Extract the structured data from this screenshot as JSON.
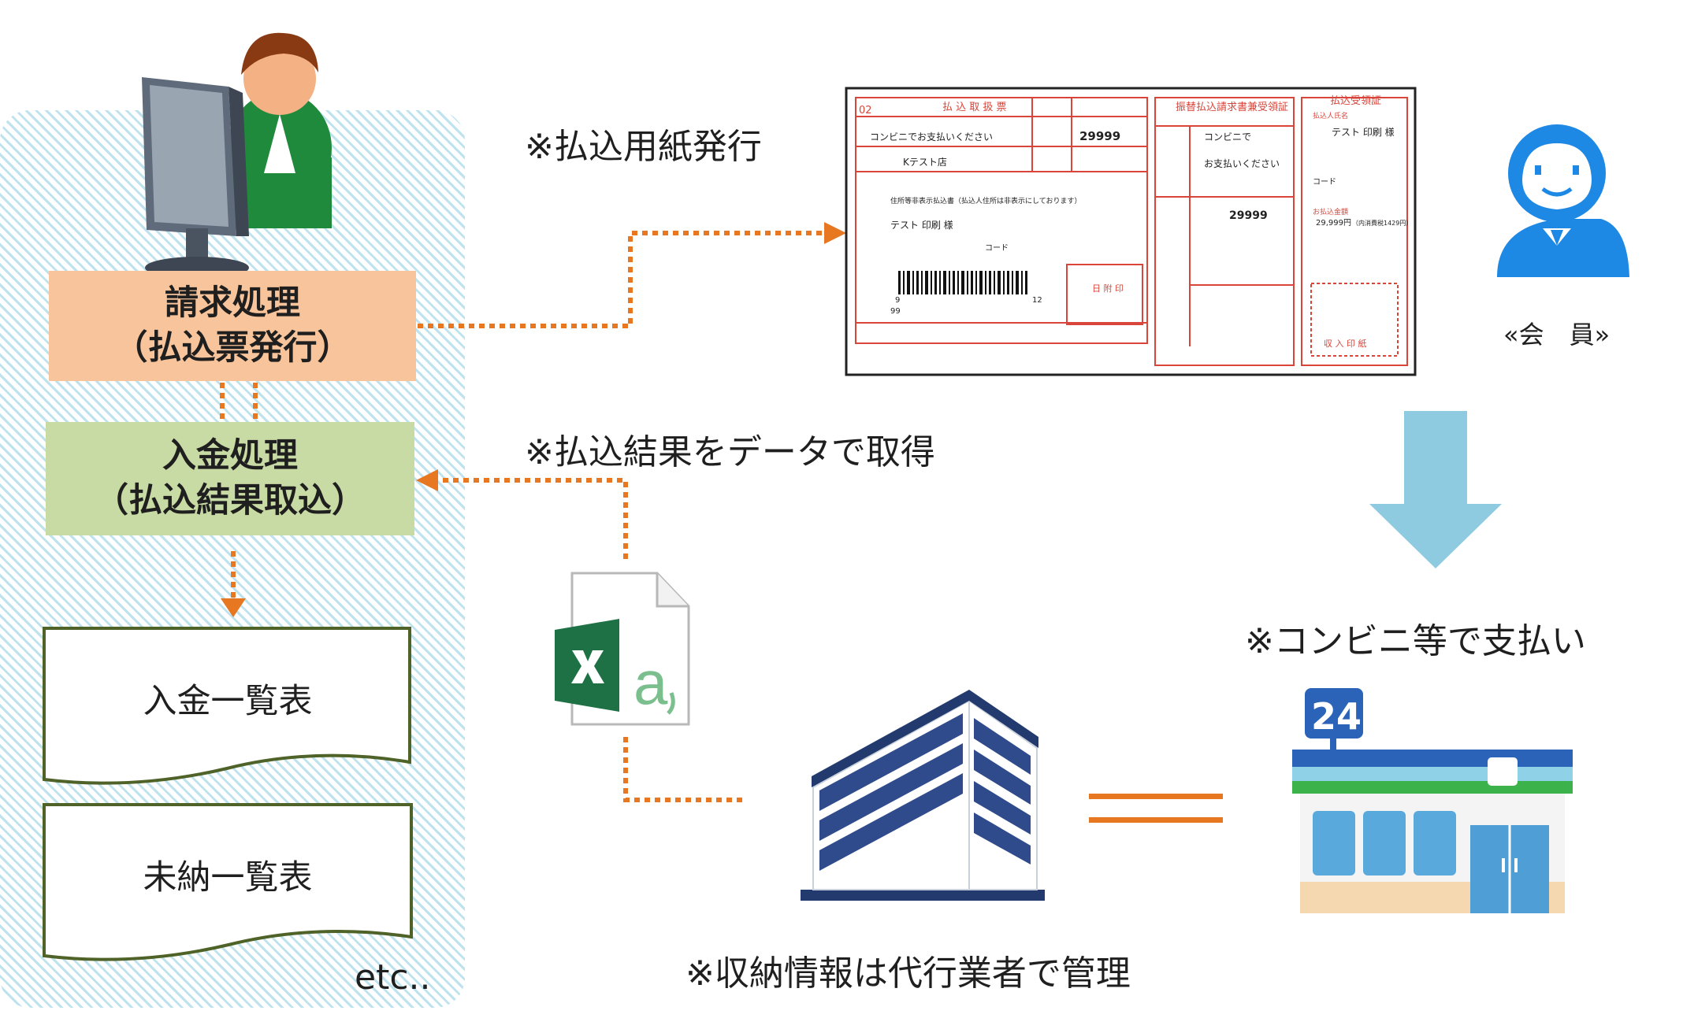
{
  "left_panel": {
    "billing_box": {
      "line1": "請求処理",
      "line2": "（払込票発行）"
    },
    "payment_box": {
      "line1": "入金処理",
      "line2": "（払込結果取込）"
    },
    "documents": [
      "入金一覧表",
      "未納一覧表"
    ],
    "etc_label": "etc.."
  },
  "captions": {
    "issue_slip": "※払込用紙発行",
    "get_results": "※払込結果をデータで取得",
    "pay_at_store": "※コンビニ等で支払い",
    "agent_manages": "※収納情報は代行業者で管理"
  },
  "member_label": "«会　員»",
  "form": {
    "title_main": "払 込 取 扱 票",
    "title_mid": "振替払込請求書兼受領証",
    "title_right": "払込受領証",
    "code": "02",
    "line_conveni": "コンビニでお支払いください",
    "amount": "29999",
    "store": "Kテスト店",
    "sub_note": "住所等非表示払込書（払込人住所は非表示にしております）",
    "customer": "テスト 印刷 様",
    "code_label": "コード",
    "amount_text": "29,999円",
    "amount_tax": "（内消費税1429円）",
    "barcode_prefix": "9",
    "barcode_suffix": "12",
    "barcode_line2": "99",
    "pay_conveni_short": "コンビニで",
    "pay_please": "お支払いください",
    "date_stamp": "日 附 印",
    "receipt_name_label": "払込人氏名",
    "receipt_amount_label": "お払込金額",
    "receipt_stamp": "収 入 印 紙"
  },
  "colors": {
    "arrow": "#e87722",
    "billing_fill": "#f8c49b",
    "payment_fill": "#c9dba4",
    "doc_border": "#4f6228",
    "down_arrow": "#8ecae0",
    "form_red": "#d9453a",
    "building_blue": "#2f4b8c",
    "excel_green": "#1e7145"
  },
  "icons": [
    "user-at-computer-icon",
    "excel-file-icon",
    "member-person-icon",
    "office-building-icon",
    "convenience-store-24-icon"
  ]
}
